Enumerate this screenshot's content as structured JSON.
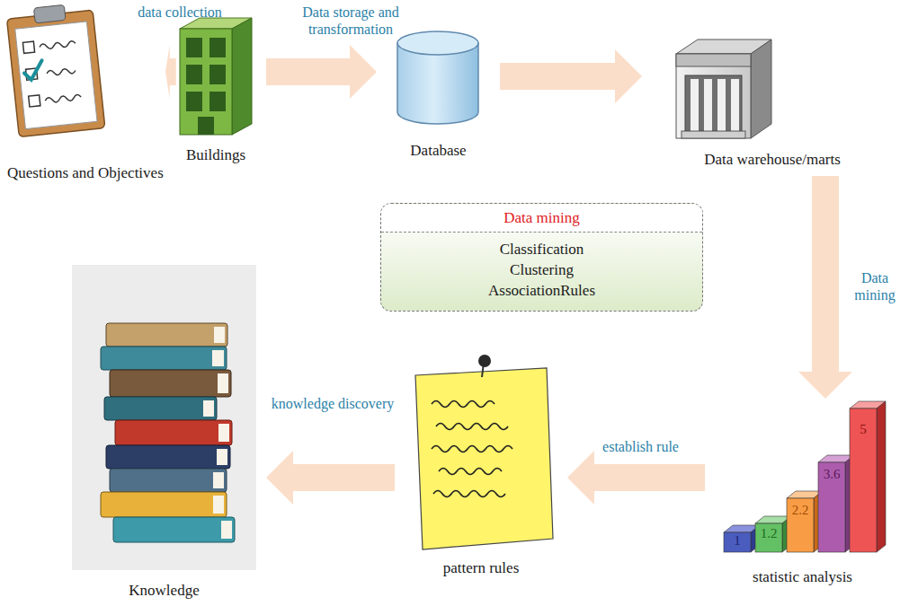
{
  "diagram": {
    "nodes": [
      {
        "text": [
          "Questions and Objectives"
        ]
      },
      {
        "text": [
          "Buildings"
        ]
      },
      {
        "text": [
          "Database"
        ]
      },
      {
        "text": [
          "Data warehouse/marts"
        ]
      },
      {
        "text": [
          "Data mining",
          "Classification",
          "Clustering",
          "AssociationRules"
        ]
      },
      {
        "text": [
          "Knowledge"
        ]
      },
      {
        "text": [
          "pattern rules"
        ]
      },
      {
        "text": [
          "statistic analysis"
        ]
      }
    ],
    "edges": [
      {
        "from": 0,
        "to": 1,
        "arrow": "to",
        "label": "data collection"
      },
      {
        "from": 1,
        "to": 2,
        "arrow": "to",
        "label": "Data storage and transformation"
      },
      {
        "from": 2,
        "to": 3,
        "arrow": "to"
      },
      {
        "from": 3,
        "to": 7,
        "arrow": "to",
        "label": "Data mining"
      },
      {
        "from": 7,
        "to": 6,
        "arrow": "to",
        "label": "establish rule"
      },
      {
        "from": 6,
        "to": 5,
        "arrow": "to",
        "label": "knowledge discovery"
      }
    ],
    "labels": [
      "1",
      "1.2",
      "2.2",
      "3.6",
      "5"
    ]
  }
}
